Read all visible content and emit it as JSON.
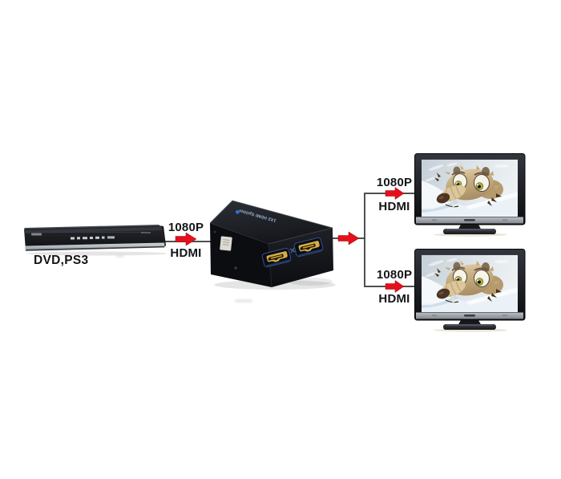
{
  "diagram": {
    "source_device": {
      "label": "DVD,PS3",
      "type": "dvd-player"
    },
    "splitter": {
      "brand_text": "1X2 HDMI Splitter"
    },
    "links": {
      "input": {
        "resolution": "1080P",
        "interface": "HDMI"
      },
      "output_top": {
        "resolution": "1080P",
        "interface": "HDMI"
      },
      "output_bottom": {
        "resolution": "1080P",
        "interface": "HDMI"
      }
    },
    "displays": {
      "count": "2",
      "screen_content": "cartoon squirrel on snow"
    }
  },
  "colors": {
    "arrow": "#e5101b",
    "wire": "#4e5052",
    "ink": "#141518",
    "bg": "#ffffff"
  }
}
